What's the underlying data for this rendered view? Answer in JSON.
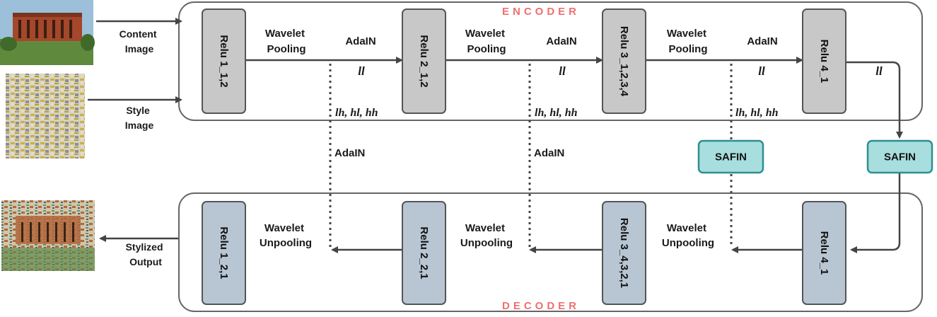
{
  "inputs": {
    "content_label": [
      "Content",
      "Image"
    ],
    "style_label": [
      "Style",
      "Image"
    ],
    "output_label": [
      "Stylized",
      "Output"
    ]
  },
  "encoder": {
    "title": "ENCODER",
    "blocks": [
      "Relu 1_1,2",
      "Relu 2_1,2",
      "Relu 3_1,2,3,4",
      "Relu 4_1"
    ],
    "pool_label": [
      "Wavelet",
      "Pooling"
    ],
    "adain_label": "AdaIN",
    "low_freq": "ll",
    "high_freq": "lh, hl, hh"
  },
  "decoder": {
    "title": "DECODER",
    "blocks": [
      "Relu 1_2,1",
      "Relu 2_2,1",
      "Relu 3_4,3,2,1",
      "Relu 4_1"
    ],
    "unpool_label": [
      "Wavelet",
      "Unpooling"
    ]
  },
  "skip_adain_label": "AdaIN",
  "safin_label": "SAFIN",
  "colors": {
    "encoder_block": "#c8c8c8",
    "decoder_block": "#b8c6d3",
    "safin_fill": "#a8dede",
    "safin_stroke": "#2f8f8f",
    "title": "#ef6f6f",
    "line": "#444444"
  }
}
